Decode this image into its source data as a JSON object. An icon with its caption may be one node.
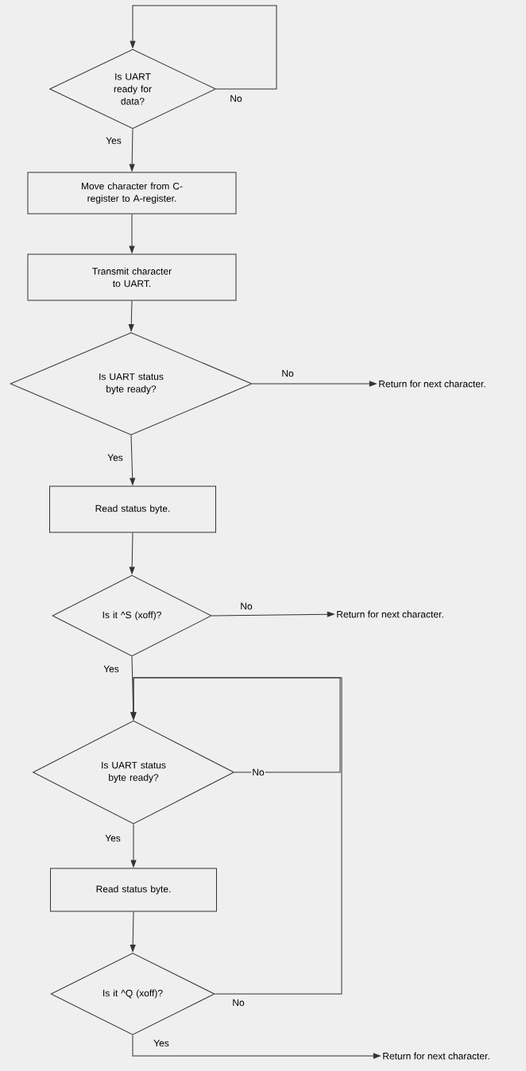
{
  "diagram": {
    "nodes": [
      {
        "text": [
          "Is UART ready for data?"
        ]
      },
      {
        "text": [
          "Move character from C-register to A-register."
        ]
      },
      {
        "text": [
          "Transmit character to UART."
        ]
      },
      {
        "text": [
          "Is UART status byte ready?"
        ]
      },
      {
        "text": [
          "Return for next character."
        ]
      },
      {
        "text": [
          "Read status byte."
        ]
      },
      {
        "text": [
          "Is it ^S (xoff)?"
        ]
      },
      {
        "text": [
          "Return for next character."
        ]
      },
      {
        "text": [
          "Is UART status byte ready?"
        ]
      },
      {
        "text": [
          "Read status byte."
        ]
      },
      {
        "text": [
          "Is it ^Q (xoff)?"
        ]
      },
      {
        "text": [
          "Return for next character."
        ]
      }
    ],
    "edges": [
      {
        "from": 0,
        "to": 0,
        "arrow": "to",
        "label": "No"
      },
      {
        "from": 0,
        "to": 1,
        "arrow": "to",
        "label": "Yes"
      },
      {
        "from": 1,
        "to": 2,
        "arrow": "to"
      },
      {
        "from": 2,
        "to": 3,
        "arrow": "to"
      },
      {
        "from": 3,
        "to": 4,
        "arrow": "to",
        "label": "No"
      },
      {
        "from": 3,
        "to": 5,
        "arrow": "to",
        "label": "Yes"
      },
      {
        "from": 5,
        "to": 6,
        "arrow": "to"
      },
      {
        "from": 6,
        "to": 7,
        "arrow": "to",
        "label": "No"
      },
      {
        "from": 6,
        "to": 8,
        "arrow": "to",
        "label": "Yes"
      },
      {
        "from": 8,
        "to": 8,
        "arrow": "to",
        "label": "No"
      },
      {
        "from": 8,
        "to": 9,
        "arrow": "to",
        "label": "Yes"
      },
      {
        "from": 9,
        "to": 10,
        "arrow": "to"
      },
      {
        "from": 10,
        "to": 8,
        "arrow": "to",
        "label": "No"
      },
      {
        "from": 10,
        "to": 11,
        "arrow": "to",
        "label": "Yes"
      }
    ]
  }
}
